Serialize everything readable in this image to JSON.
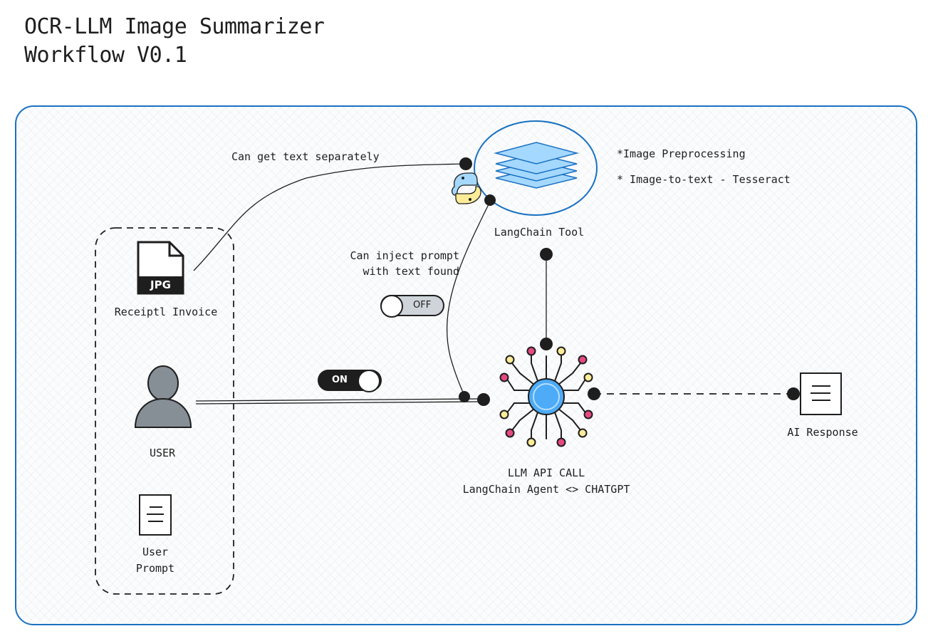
{
  "title": {
    "line1": "OCR-LLM Image Summarizer",
    "line2": "Workflow V0.1"
  },
  "labels": {
    "can_get_text": "Can get text separately",
    "image_preprocessing": "*Image Preprocessing",
    "image_to_text": "* Image-to-text - Tesseract",
    "langchain_tool": "LangChain Tool",
    "inject_prompt_line1": "Can inject prompt",
    "inject_prompt_line2": "with text found",
    "receipt_invoice": "Receiptl Invoice",
    "user": "USER",
    "user_prompt_line1": "User",
    "user_prompt_line2": "Prompt",
    "llm_line1": "LLM API CALL",
    "llm_line2": "LangChain Agent <> CHATGPT",
    "ai_response": "AI Response"
  },
  "file_icon": {
    "type_label": "JPG"
  },
  "toggles": {
    "off_label": "OFF",
    "on_label": "ON"
  },
  "colors": {
    "frame_border": "#1971c2",
    "layers_fill": "#a5d8ff",
    "layers_stroke": "#1971c2",
    "hub_fill": "#4dabf7",
    "node_pink": "#e64980",
    "node_yellow": "#ffec99",
    "user_gray": "#868e96"
  }
}
